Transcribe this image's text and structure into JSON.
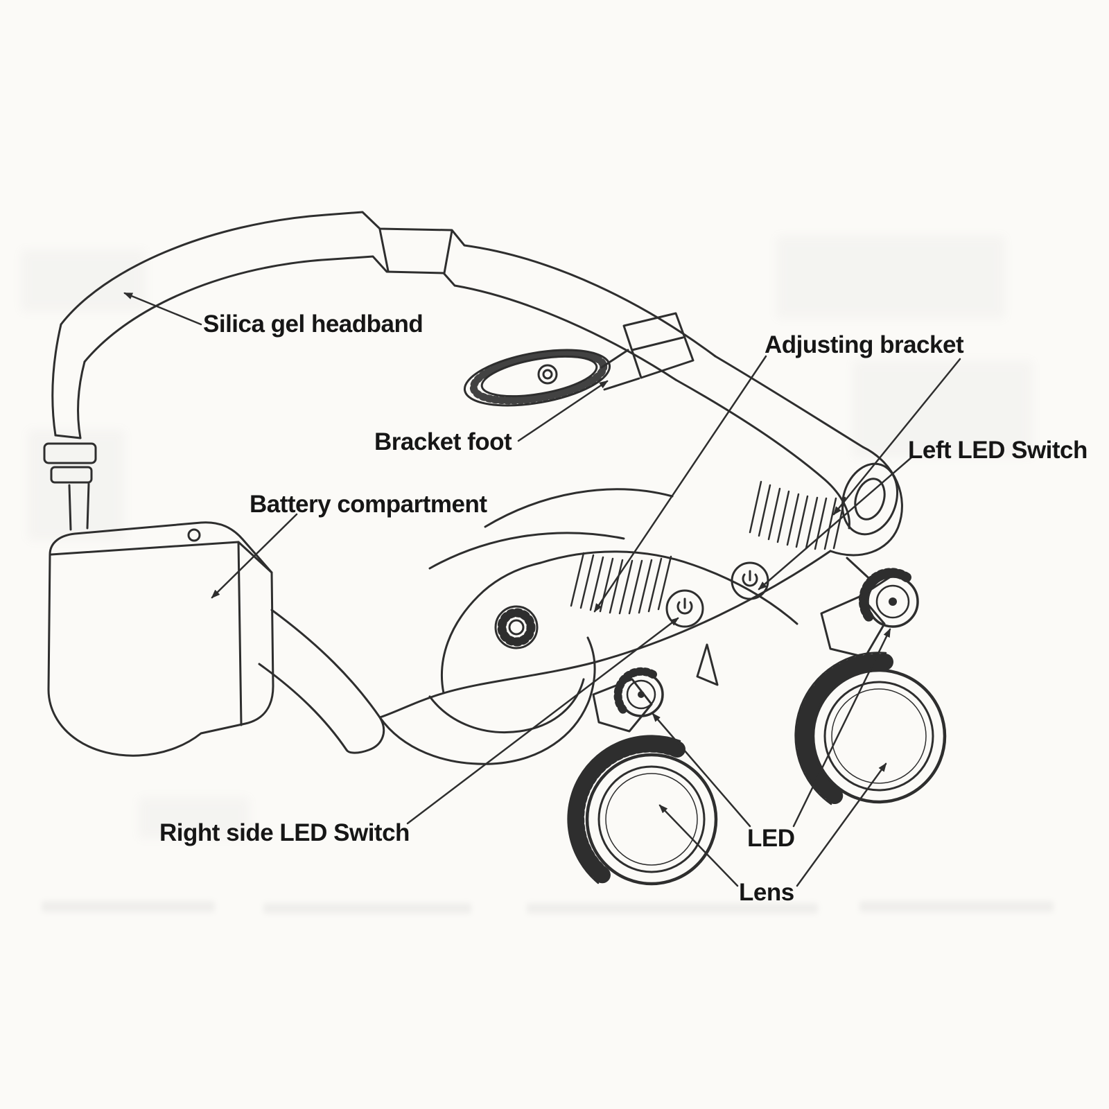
{
  "diagram": {
    "labels": [
      {
        "id": "silica-gel-headband",
        "text": "Silica gel headband"
      },
      {
        "id": "adjusting-bracket",
        "text": "Adjusting bracket"
      },
      {
        "id": "bracket-foot",
        "text": "Bracket foot"
      },
      {
        "id": "left-led-switch",
        "text": "Left LED Switch"
      },
      {
        "id": "battery-compartment",
        "text": "Battery compartment"
      },
      {
        "id": "right-side-led-switch",
        "text": "Right side LED Switch"
      },
      {
        "id": "led",
        "text": "LED"
      },
      {
        "id": "lens",
        "text": "Lens"
      }
    ],
    "colors": {
      "ink": "#2e2e2e",
      "background": "#fbfaf7"
    }
  }
}
